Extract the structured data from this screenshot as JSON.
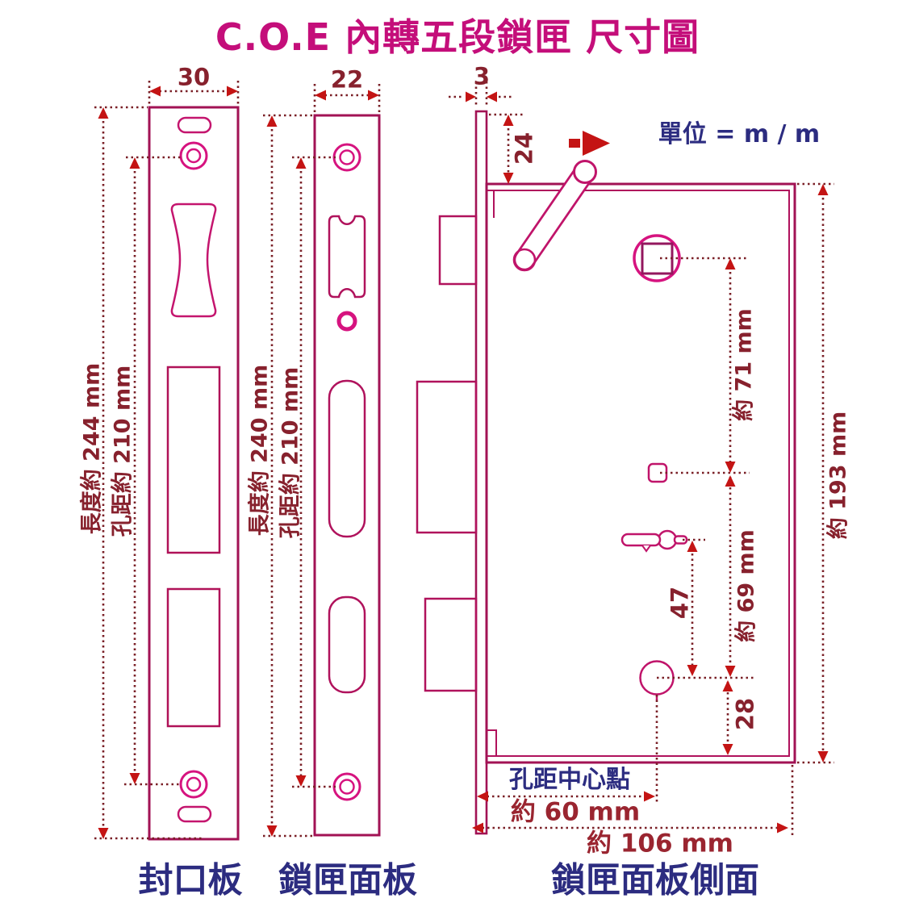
{
  "title": "C.O.E 內轉五段鎖匣 尺寸圖",
  "unit_note": "單位 = m / m",
  "colors": {
    "title_accent": "#c40e7a",
    "outline_dark": "#a21254",
    "outline_bright": "#d6137f",
    "outline_mid": "#c0146a",
    "dimension_line": "#7a1f26",
    "dimension_text": "#87212d",
    "arrow_red": "#c41414",
    "label_navy": "#2c2c80"
  },
  "seal_plate": {
    "label": "封口板",
    "width": "30",
    "length": "長度約 244 mm",
    "hole_pitch": "孔距約 210 mm"
  },
  "face_plate": {
    "label": "鎖匣面板",
    "width": "22",
    "length": "長度約 240 mm",
    "hole_pitch": "孔距約 210 mm"
  },
  "side_view": {
    "label": "鎖匣面板側面",
    "plate_thickness": "3",
    "top_offset": "24",
    "spindle_to_square": "約 71 mm",
    "square_to_cylinder": "約 69 mm",
    "key_to_cylinder": "47",
    "cylinder_to_bottom": "28",
    "case_height": "約 193 mm",
    "center_point_label": "孔距中心點",
    "backset": "約 60 mm",
    "case_depth": "約 106 mm"
  }
}
